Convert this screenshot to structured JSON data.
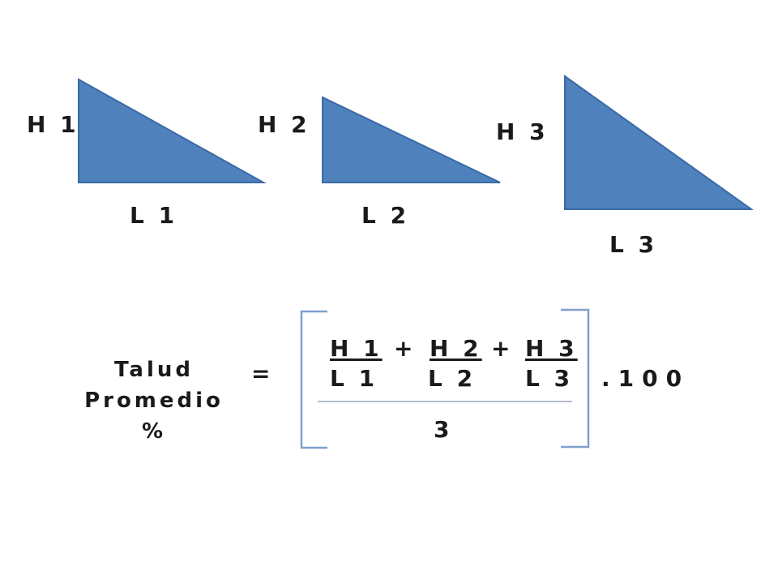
{
  "figure": {
    "triangle_color": "#4f81bd",
    "triangle_stroke": "#3a6aa6",
    "bracket_color": "#7f9fd0",
    "triangles": [
      {
        "height_label": "H 1",
        "base_label": "L 1"
      },
      {
        "height_label": "H 2",
        "base_label": "L 2"
      },
      {
        "height_label": "H 3",
        "base_label": "L 3"
      }
    ]
  },
  "formula": {
    "lhs": {
      "line1": "Talud",
      "line2": "Promedio",
      "line3": "%"
    },
    "equals": "=",
    "numerators": [
      "H 1",
      "H 2",
      "H 3"
    ],
    "plus": "+",
    "denominators": [
      "L 1",
      "L 2",
      "L 3"
    ],
    "divisor": "3",
    "multiplier": ".100"
  }
}
